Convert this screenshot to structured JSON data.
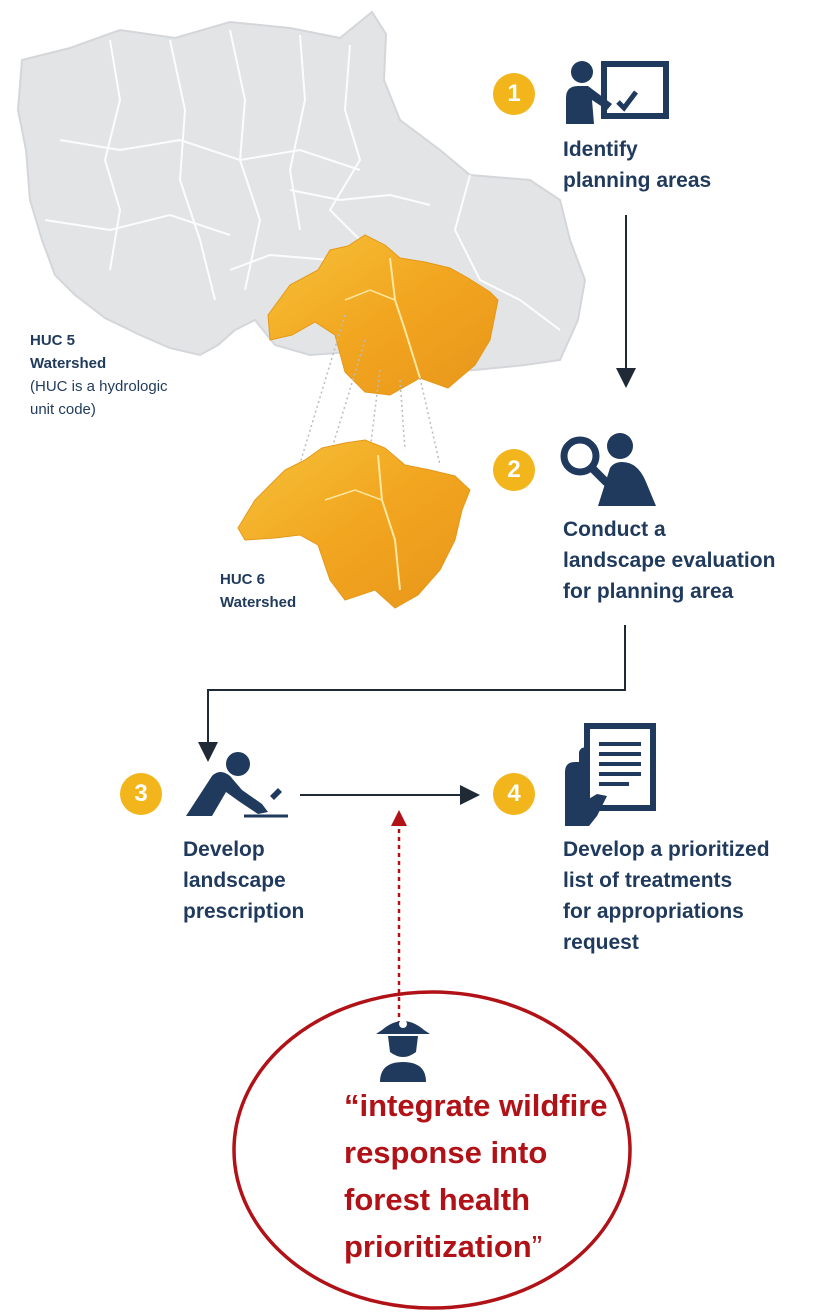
{
  "steps": [
    {
      "number": "1",
      "lines": [
        "Identify",
        "planning areas"
      ],
      "icon": "presentation-board-icon"
    },
    {
      "number": "2",
      "lines": [
        "Conduct a",
        "landscape evaluation",
        "for planning area"
      ],
      "icon": "magnifier-person-icon"
    },
    {
      "number": "3",
      "lines": [
        "Develop",
        "landscape",
        "prescription"
      ],
      "icon": "writing-person-icon"
    },
    {
      "number": "4",
      "lines": [
        "Develop a prioritized",
        "list of treatments",
        "for appropriations",
        "request"
      ],
      "icon": "document-hand-icon"
    }
  ],
  "huc5": {
    "title_line1": "HUC 5",
    "title_line2": "Watershed",
    "note_line1": "(HUC is a hydrologic",
    "note_line2": "unit code)"
  },
  "huc6": {
    "title_line1": "HUC 6",
    "title_line2": "Watershed"
  },
  "callout": {
    "lines": [
      "“integrate wildfire",
      "response into",
      "forest health",
      "prioritization"
    ],
    "closing_quote": "”",
    "icon": "firefighter-icon"
  },
  "colors": {
    "navy": "#1f3a5c",
    "gold": "#f3b51c",
    "callout_red": "#b01217",
    "map_gray": "#e3e4e6",
    "watershed_orange": "#f2a620"
  }
}
